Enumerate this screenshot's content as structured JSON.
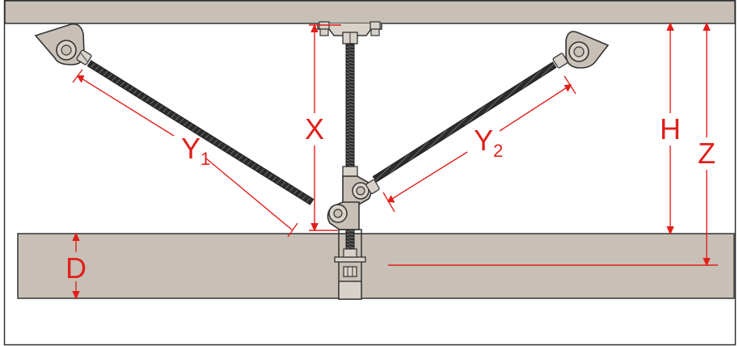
{
  "labels": {
    "x": "X",
    "y1_main": "Y",
    "y1_sub": "1",
    "y2_main": "Y",
    "y2_sub": "2",
    "h": "H",
    "z": "Z",
    "d": "D"
  },
  "colors": {
    "ceiling_fill": "#c8c0b6",
    "ceiling_stroke": "#333333",
    "beam_fill": "#c8c0b6",
    "beam_stroke": "#333333",
    "rod_dark": "#2b2b2b",
    "rod_light": "#6b6b6b",
    "bracket_fill": "#c8c0b6",
    "hardware_fill": "#d8d2ca",
    "dimension": "#e0201b",
    "frame": "#333333"
  },
  "icons": {
    "ceiling_bracket_left": "eye-bracket",
    "ceiling_bracket_right": "eye-bracket",
    "ceiling_plate": "mounting-plate",
    "swivel_upper": "swivel-eye",
    "swivel_lower": "swivel-eye",
    "beam_clamp": "beam-clamp"
  }
}
